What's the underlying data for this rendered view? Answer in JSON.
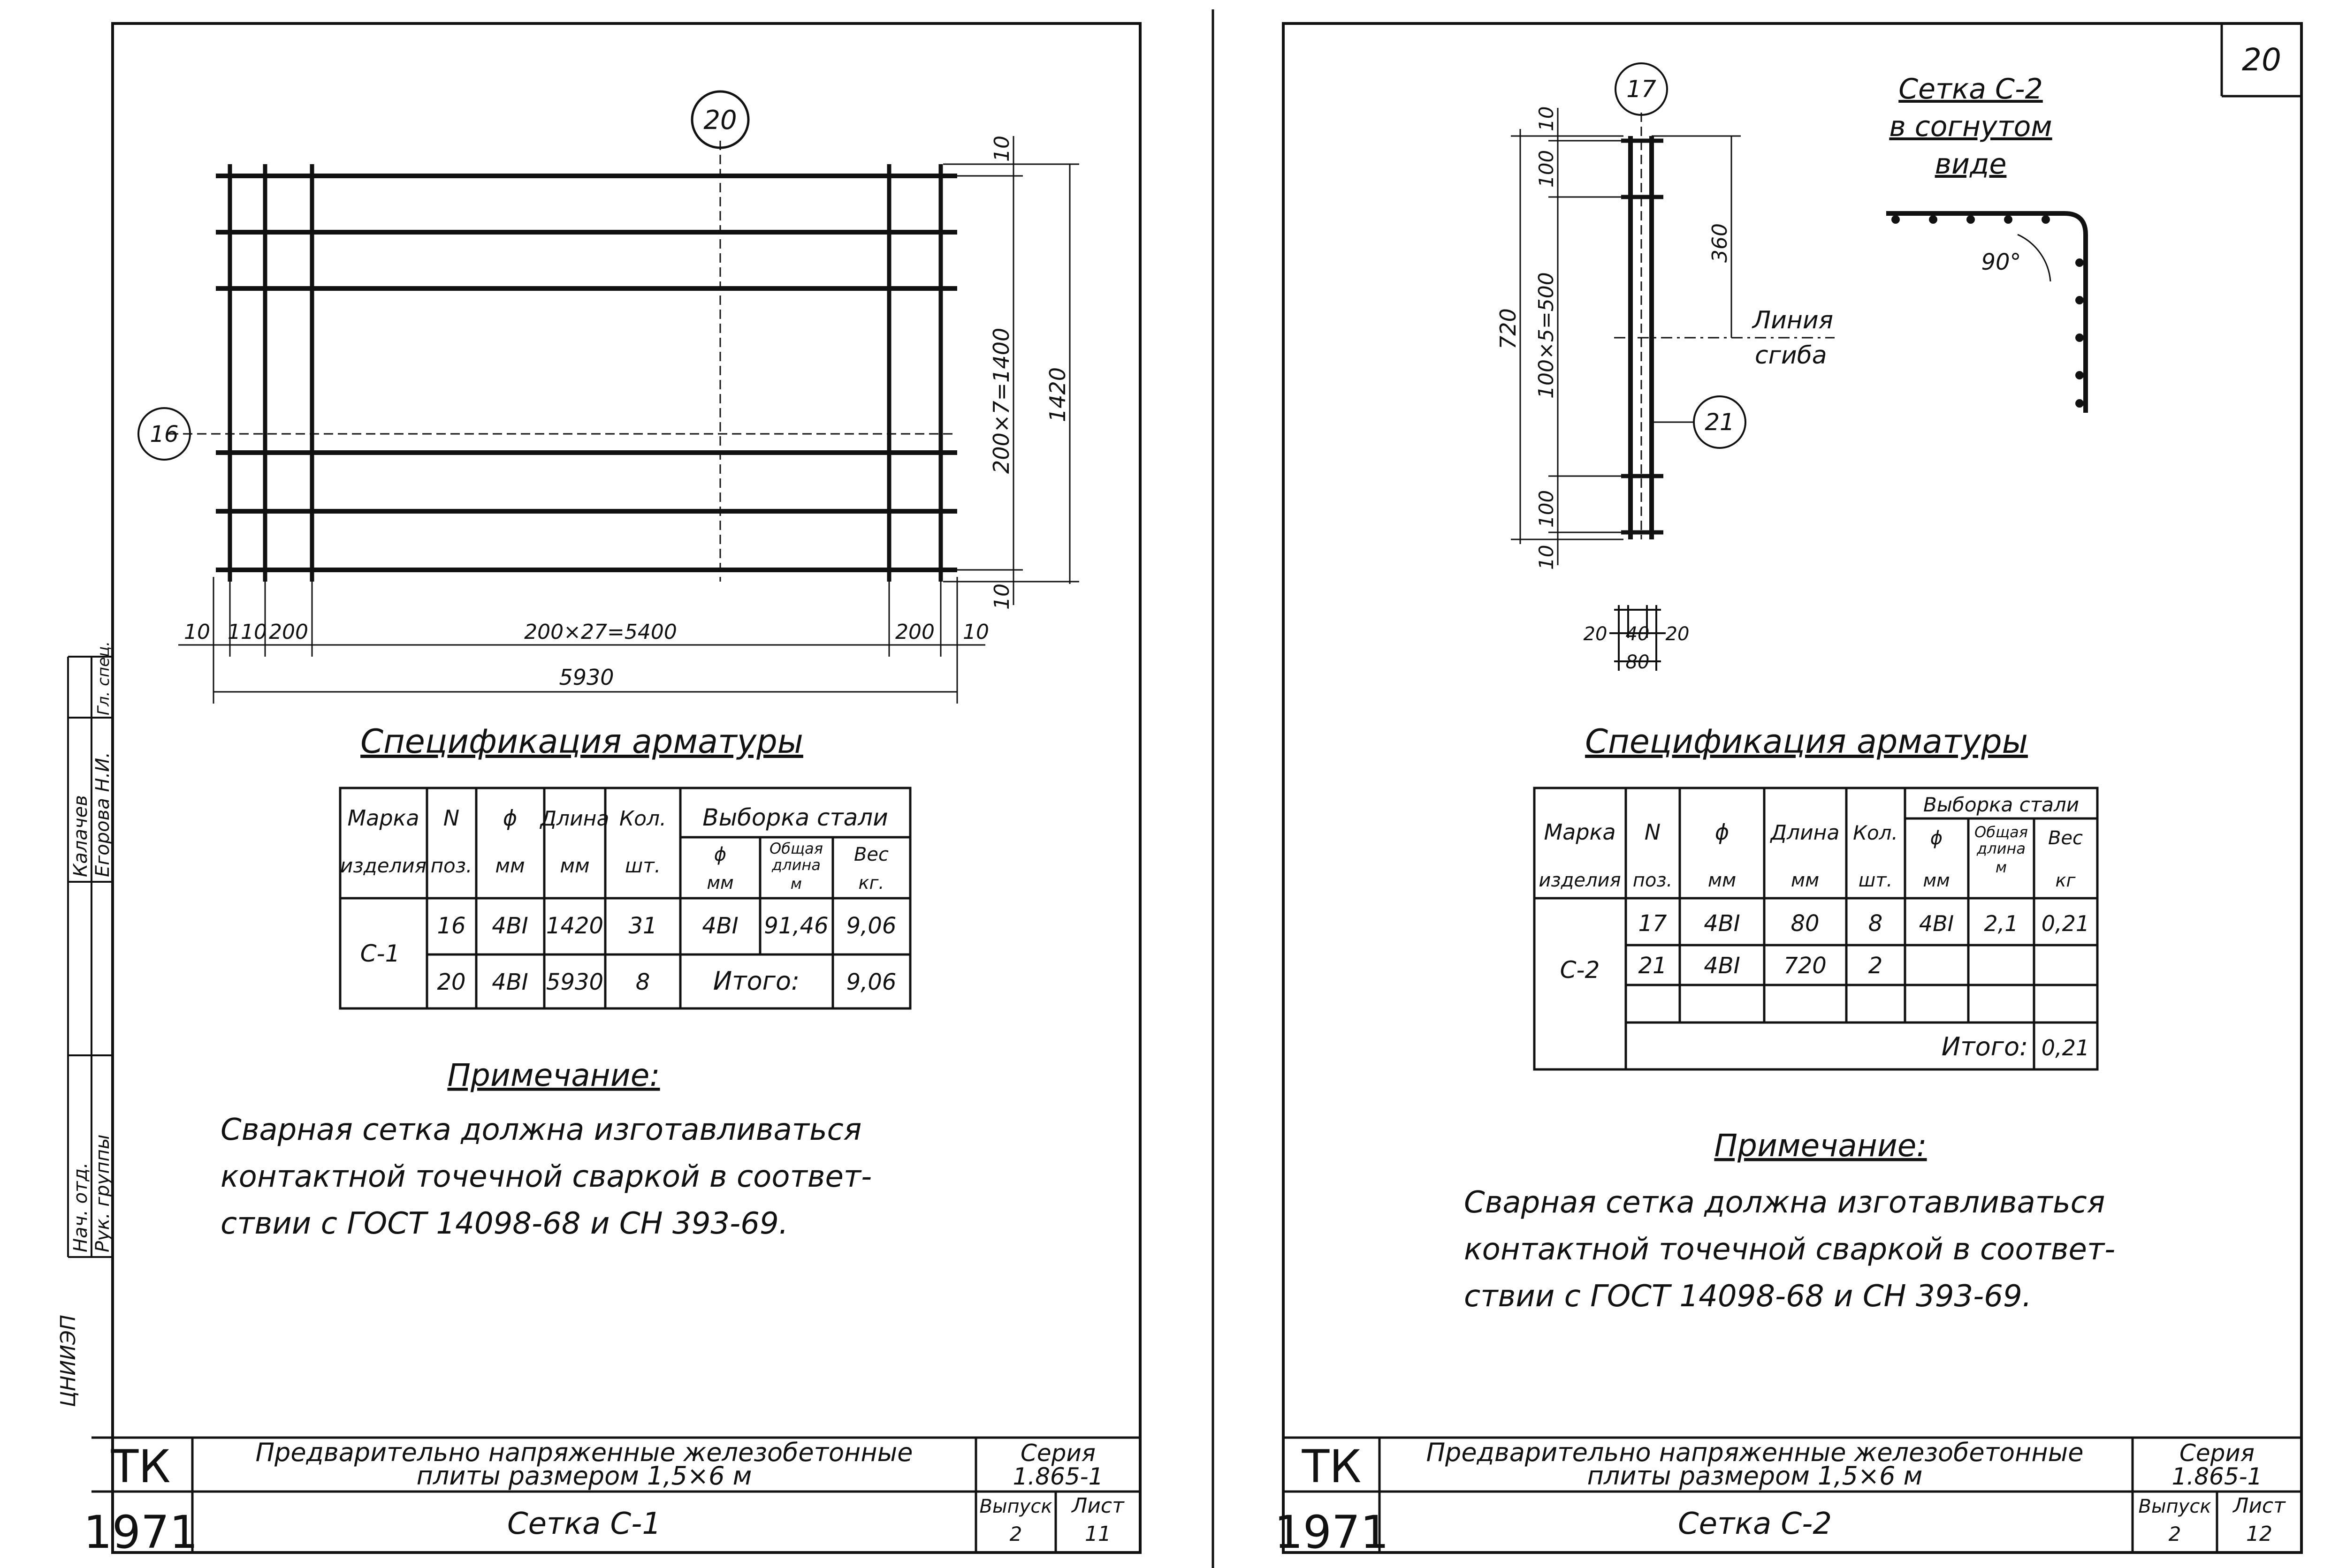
{
  "left_sheet": {
    "title_block": {
      "tk": "ТК",
      "year": "1971",
      "description_line1": "Предварительно напряженные железобетонные",
      "description_line2": "плиты размером 1,5×6 м",
      "series_label": "Серия",
      "series_value": "1.865-1",
      "issue_label": "Выпуск",
      "issue_value": "2",
      "sheet_label": "Лист",
      "sheet_value": "11",
      "drawing_name": "Сетка С-1"
    },
    "drawing": {
      "callout_top": "20",
      "callout_left": "16",
      "dims_bottom": [
        "10",
        "110",
        "200",
        "200×27=5400",
        "200",
        "10"
      ],
      "dim_total_width": "5930",
      "dims_right": [
        "10",
        "200×7=1400",
        "1420",
        "10"
      ]
    },
    "spec_title": "Спецификация арматуры",
    "spec_table": {
      "headers": {
        "mark": [
          "Марка",
          "изделия"
        ],
        "pos": [
          "N",
          "поз."
        ],
        "dia": [
          "ϕ",
          "мм"
        ],
        "length": [
          "Длина",
          "мм"
        ],
        "qty": [
          "Кол.",
          "шт."
        ],
        "selection": "Выборка стали",
        "sel_dia": [
          "ϕ",
          "мм"
        ],
        "sel_total": [
          "Общая",
          "длина",
          "м"
        ],
        "sel_weight": [
          "Вес",
          "кг."
        ]
      },
      "mark": "С-1",
      "rows": [
        {
          "pos": "16",
          "dia": "4BI",
          "length": "1420",
          "qty": "31",
          "sel_dia": "4BI",
          "sel_total": "91,46",
          "weight": "9,06"
        },
        {
          "pos": "20",
          "dia": "4BI",
          "length": "5930",
          "qty": "8"
        }
      ],
      "total_label": "Итого:",
      "total_value": "9,06"
    },
    "note_title": "Примечание:",
    "note_lines": [
      "Сварная сетка должна изготавливаться",
      "контактной точечной сваркой в соответ-",
      "ствии с ГОСТ 14098-68 и СН 393-69."
    ],
    "margin_stamp": [
      "Нач. отд.",
      "Рук. группы",
      "Калачев",
      "Егорова Н.И.",
      "Гл. спец.",
      "ЦНИИЭП"
    ]
  },
  "right_sheet": {
    "page_number": "20",
    "title_block": {
      "tk": "ТК",
      "year": "1971",
      "description_line1": "Предварительно напряженные железобетонные",
      "description_line2": "плиты размером 1,5×6 м",
      "series_label": "Серия",
      "series_value": "1.865-1",
      "issue_label": "Выпуск",
      "issue_value": "2",
      "sheet_label": "Лист",
      "sheet_value": "12",
      "drawing_name": "Сетка С-2"
    },
    "drawing": {
      "callout_17": "17",
      "callout_21": "21",
      "dims_left": [
        "10",
        "100",
        "100×5=500",
        "100",
        "10"
      ],
      "dim_total_height": "720",
      "dim_360": "360",
      "bend_line_label": [
        "Линия",
        "сгиба"
      ],
      "bent_title": [
        "Сетка С-2",
        "в согнутом",
        "виде"
      ],
      "angle": "90°",
      "small_dims": [
        "20",
        "40",
        "20"
      ],
      "small_total": "80"
    },
    "spec_title": "Спецификация арматуры",
    "spec_table": {
      "headers": {
        "mark": [
          "Марка",
          "изделия"
        ],
        "pos": [
          "N",
          "поз."
        ],
        "dia": [
          "ϕ",
          "мм"
        ],
        "length": [
          "Длина",
          "мм"
        ],
        "qty": [
          "Кол.",
          "шт."
        ],
        "selection": "Выборка стали",
        "sel_dia": [
          "ϕ",
          "мм"
        ],
        "sel_total": [
          "Общая",
          "длина",
          "м"
        ],
        "sel_weight": [
          "Вес",
          "кг"
        ]
      },
      "mark": "С-2",
      "rows": [
        {
          "pos": "17",
          "dia": "4BI",
          "length": "80",
          "qty": "8",
          "sel_dia": "4BI",
          "sel_total": "2,1",
          "weight": "0,21"
        },
        {
          "pos": "21",
          "dia": "4BI",
          "length": "720",
          "qty": "2"
        }
      ],
      "total_label": "Итого:",
      "total_value": "0,21"
    },
    "note_title": "Примечание:",
    "note_lines": [
      "Сварная сетка должна изготавливаться",
      "контактной точечной сваркой в соответ-",
      "ствии с ГОСТ 14098-68 и СН 393-69."
    ]
  }
}
